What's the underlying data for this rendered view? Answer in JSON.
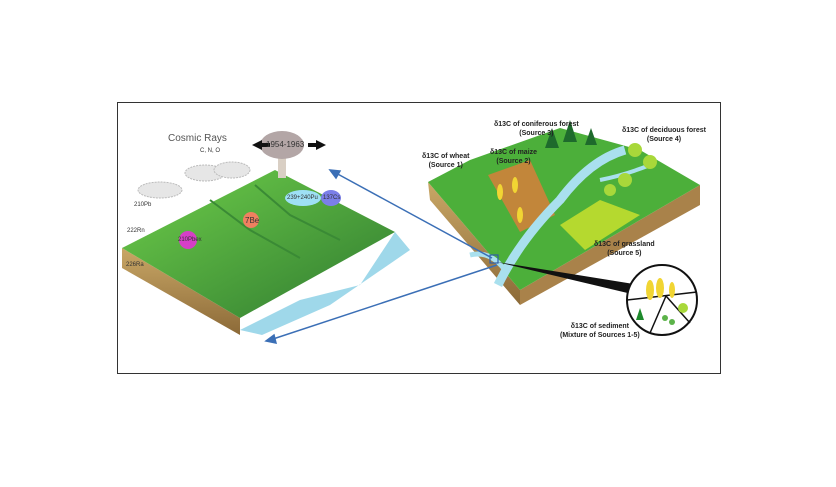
{
  "left_panel": {
    "cosmic_rays": "Cosmic Rays",
    "cno": "C, N, O",
    "years": "1954-1963",
    "isotopes": {
      "be": "7Be",
      "pu": "239+240Pu",
      "cs": "137Cs",
      "pb": "210Pbex",
      "pb_air": "210Pb",
      "rn": "222Rn",
      "ra": "226Ra"
    }
  },
  "right_panel": {
    "sources": [
      {
        "label": "δ13C of wheat",
        "source": "(Source 1)"
      },
      {
        "label": "δ13C of maize",
        "source": "(Source 2)"
      },
      {
        "label": "δ13C of coniferous forest",
        "source": "(Source 3)"
      },
      {
        "label": "δ13C of deciduous forest",
        "source": "(Source 4)"
      },
      {
        "label": "δ13C of grassland",
        "source": "(Source 5)"
      }
    ],
    "sediment": {
      "label": "δ13C of sediment",
      "source": "(Mixture of Sources 1-5)"
    }
  },
  "colors": {
    "grass": "#4caf3a",
    "soil": "#b08a4a",
    "water": "#9fd8ea",
    "arrow": "#3b6fb6",
    "frame": "#333333"
  }
}
